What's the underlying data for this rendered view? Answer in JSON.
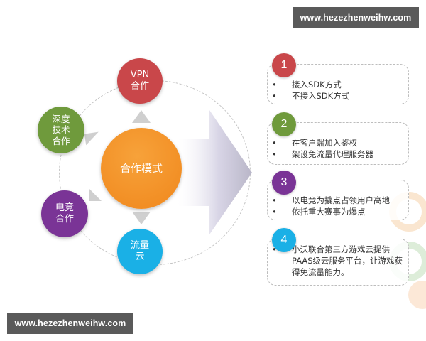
{
  "watermarks": {
    "top": "www.hezezhenweihw.com",
    "bottom": "www.hezezhenweihw.com"
  },
  "diagram": {
    "center": {
      "label": "合作模式",
      "color": "#f0871c"
    },
    "satellites": [
      {
        "id": "vpn",
        "lines": [
          "VPN",
          "合作"
        ],
        "color": "#c9474a"
      },
      {
        "id": "deep-tech",
        "lines": [
          "深度",
          "技术",
          "合作"
        ],
        "color": "#6f9a3c"
      },
      {
        "id": "esports",
        "lines": [
          "电竞",
          "合作"
        ],
        "color": "#7a3496"
      },
      {
        "id": "traffic-cloud",
        "lines": [
          "流量",
          "云"
        ],
        "color": "#1ab0e6"
      }
    ]
  },
  "panels": [
    {
      "number": "1",
      "color": "#c9474a",
      "items": [
        "接入SDK方式",
        "不接入SDK方式"
      ]
    },
    {
      "number": "2",
      "color": "#6f9a3c",
      "items": [
        "在客户端加入鉴权",
        "架设免流量代理服务器"
      ]
    },
    {
      "number": "3",
      "color": "#7a3496",
      "items": [
        "以电竞为撬点占领用户高地",
        "依托重大赛事为爆点"
      ]
    },
    {
      "number": "4",
      "color": "#1ab0e6",
      "items": [
        "小沃联合第三方游戏云提供PAAS级云服务平台，让游戏获得免流量能力。"
      ]
    }
  ]
}
